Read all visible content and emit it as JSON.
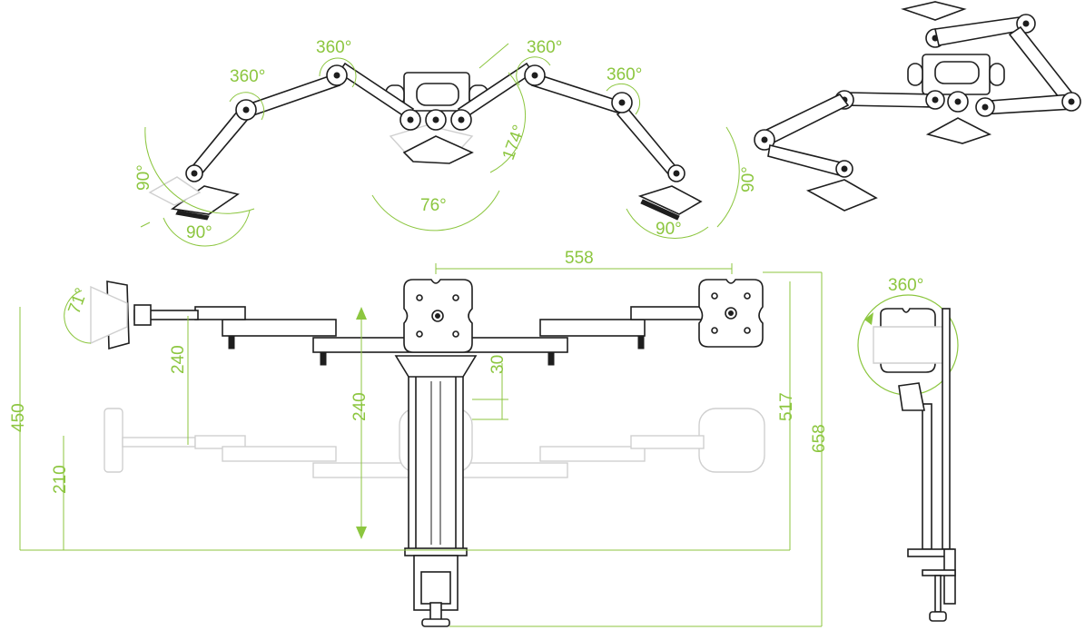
{
  "colors": {
    "accent": "#8cc63f",
    "line": "#1e1e1e",
    "ghost": "#cfcfcf"
  },
  "top_view_labels": {
    "rot_left_outer": "360°",
    "rot_left_inner": "360°",
    "rot_right_inner": "360°",
    "rot_right_outer": "360°",
    "tilt_left_vertical": "90°",
    "tilt_left_bottom": "90°",
    "center_tilt": "174°",
    "center_swivel": "76°",
    "tilt_right_vertical": "90°",
    "tilt_right_bottom": "90°"
  },
  "front_view_labels": {
    "tilt_left": "71°",
    "width_span": "558",
    "arm_drop": "240",
    "pole_travel": "240",
    "step": "30",
    "height_total": "450",
    "height_base": "210",
    "height_517": "517",
    "height_658": "658"
  },
  "side_view_labels": {
    "rotation": "360°"
  }
}
